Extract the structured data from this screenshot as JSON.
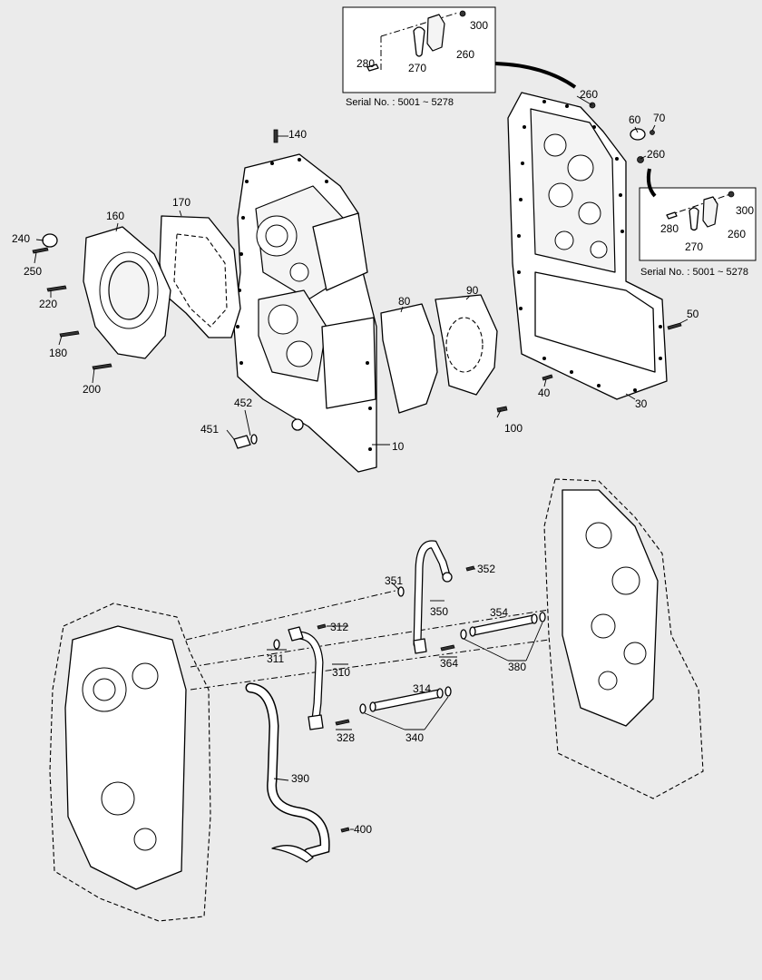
{
  "serial_note_top": "Serial No. : 5001 ~ 5278",
  "serial_note_right": "Serial No. : 5001 ~ 5278",
  "inset_top": {
    "labels": [
      "300",
      "260",
      "280",
      "270"
    ]
  },
  "inset_right": {
    "labels": [
      "300",
      "280",
      "260",
      "270"
    ]
  },
  "upper_callouts": [
    "260",
    "60",
    "70",
    "260",
    "140",
    "170",
    "160",
    "240",
    "250",
    "220",
    "180",
    "200",
    "80",
    "90",
    "50",
    "40",
    "30",
    "100",
    "452",
    "451",
    "10"
  ],
  "lower_callouts": [
    "352",
    "351",
    "350",
    "354",
    "312",
    "311",
    "310",
    "364",
    "380",
    "314",
    "328",
    "340",
    "390",
    "400"
  ]
}
